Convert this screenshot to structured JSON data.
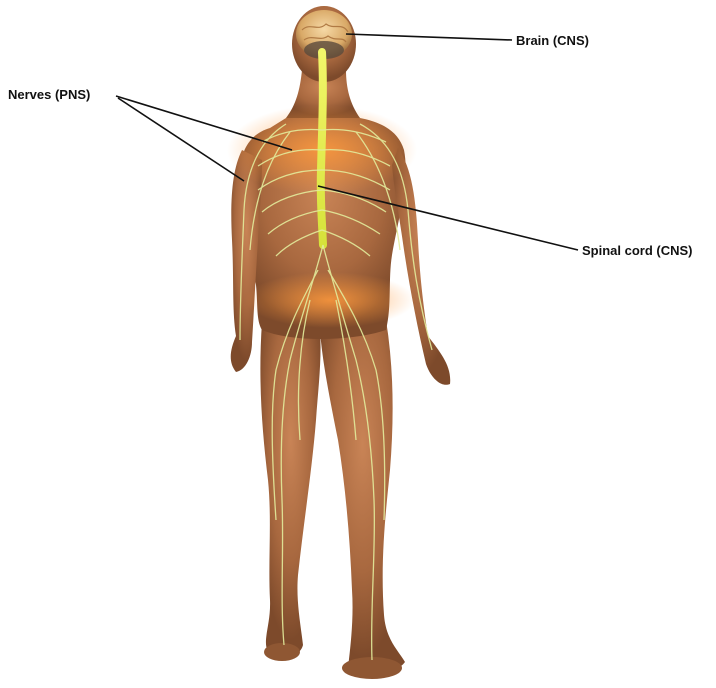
{
  "labels": {
    "brain": "Brain (CNS)",
    "nerves": "Nerves (PNS)",
    "spinal_cord": "Spinal cord (CNS)"
  },
  "colors": {
    "background": "#ffffff",
    "skin": "#b97a4e",
    "skin_glow": "#f08a3a",
    "spinal_cord": "#e4ef3a",
    "nerves": "#dfe8a8",
    "brain": "#e8c28a",
    "leader_line": "#111111"
  },
  "icons": {
    "figure": "human-back-view-illustration"
  }
}
